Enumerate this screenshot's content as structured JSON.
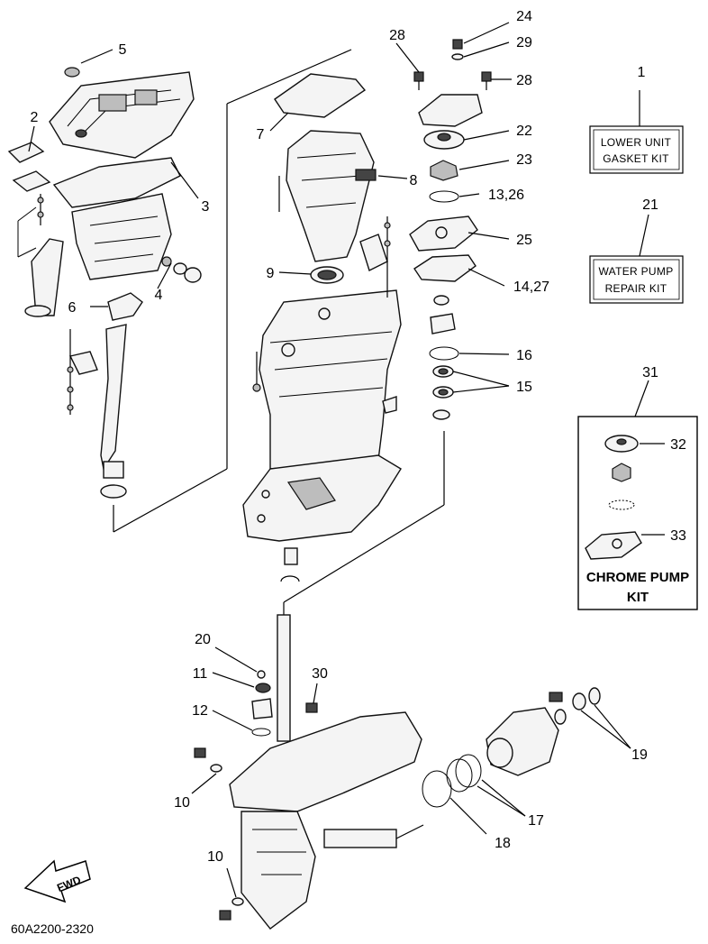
{
  "callouts": [
    {
      "id": "c1",
      "text": "1"
    },
    {
      "id": "c2",
      "text": "2"
    },
    {
      "id": "c3",
      "text": "3"
    },
    {
      "id": "c4",
      "text": "4"
    },
    {
      "id": "c5",
      "text": "5"
    },
    {
      "id": "c6",
      "text": "6"
    },
    {
      "id": "c7",
      "text": "7"
    },
    {
      "id": "c8",
      "text": "8"
    },
    {
      "id": "c9",
      "text": "9"
    },
    {
      "id": "c10a",
      "text": "10"
    },
    {
      "id": "c10b",
      "text": "10"
    },
    {
      "id": "c11",
      "text": "11"
    },
    {
      "id": "c12",
      "text": "12"
    },
    {
      "id": "c1326",
      "text": "13,26"
    },
    {
      "id": "c1427",
      "text": "14,27"
    },
    {
      "id": "c15",
      "text": "15"
    },
    {
      "id": "c16",
      "text": "16"
    },
    {
      "id": "c17",
      "text": "17"
    },
    {
      "id": "c18",
      "text": "18"
    },
    {
      "id": "c19",
      "text": "19"
    },
    {
      "id": "c20",
      "text": "20"
    },
    {
      "id": "c21",
      "text": "21"
    },
    {
      "id": "c22",
      "text": "22"
    },
    {
      "id": "c23",
      "text": "23"
    },
    {
      "id": "c24",
      "text": "24"
    },
    {
      "id": "c25",
      "text": "25"
    },
    {
      "id": "c28a",
      "text": "28"
    },
    {
      "id": "c28b",
      "text": "28"
    },
    {
      "id": "c29",
      "text": "29"
    },
    {
      "id": "c30",
      "text": "30"
    },
    {
      "id": "c31",
      "text": "31"
    },
    {
      "id": "c32",
      "text": "32"
    },
    {
      "id": "c33",
      "text": "33"
    }
  ],
  "kits": {
    "lower_unit_gasket": {
      "line1": "LOWER UNIT",
      "line2": "GASKET KIT"
    },
    "water_pump_repair": {
      "line1": "WATER PUMP",
      "line2": "REPAIR KIT"
    },
    "chrome_pump": {
      "line1": "CHROME PUMP",
      "line2": "KIT"
    }
  },
  "fwd_arrow": {
    "label": "FWD"
  },
  "diagram_code": "60A2200-2320"
}
